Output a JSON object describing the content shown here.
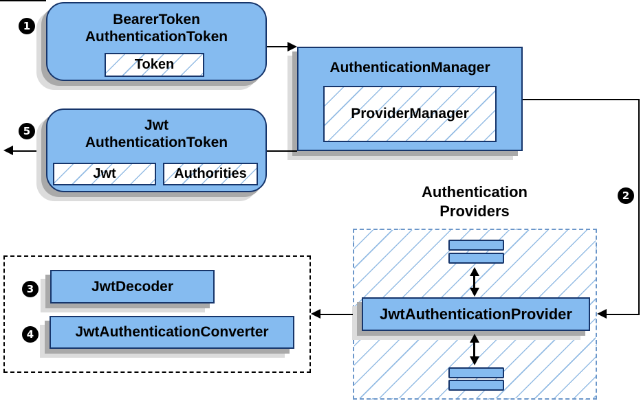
{
  "colors": {
    "box_fill": "#85bbf0",
    "box_border": "#16356b",
    "shadow_dark": "#a9a9a9",
    "shadow_light": "#dcdcdc",
    "hatch_line": "#94bce4",
    "dashed_blue": "#6b96c9",
    "line_color": "#000000",
    "badge_bg": "#000000",
    "badge_text": "#ffffff"
  },
  "nodes": {
    "bearer_token": {
      "title": "BearerToken\nAuthenticationToken",
      "token_field": "Token"
    },
    "authentication_manager": {
      "title": "AuthenticationManager",
      "provider_manager": "ProviderManager"
    },
    "jwt_authentication_token": {
      "title": "Jwt\nAuthenticationToken",
      "jwt_field": "Jwt",
      "authorities_field": "Authorities"
    },
    "authentication_providers": {
      "title": "Authentication\nProviders"
    },
    "jwt_authentication_provider": {
      "title": "JwtAuthenticationProvider"
    },
    "jwt_decoder": {
      "title": "JwtDecoder"
    },
    "jwt_authentication_converter": {
      "title": "JwtAuthenticationConverter"
    }
  },
  "steps": {
    "s1": "1",
    "s2": "2",
    "s3": "3",
    "s4": "4",
    "s5": "5"
  }
}
